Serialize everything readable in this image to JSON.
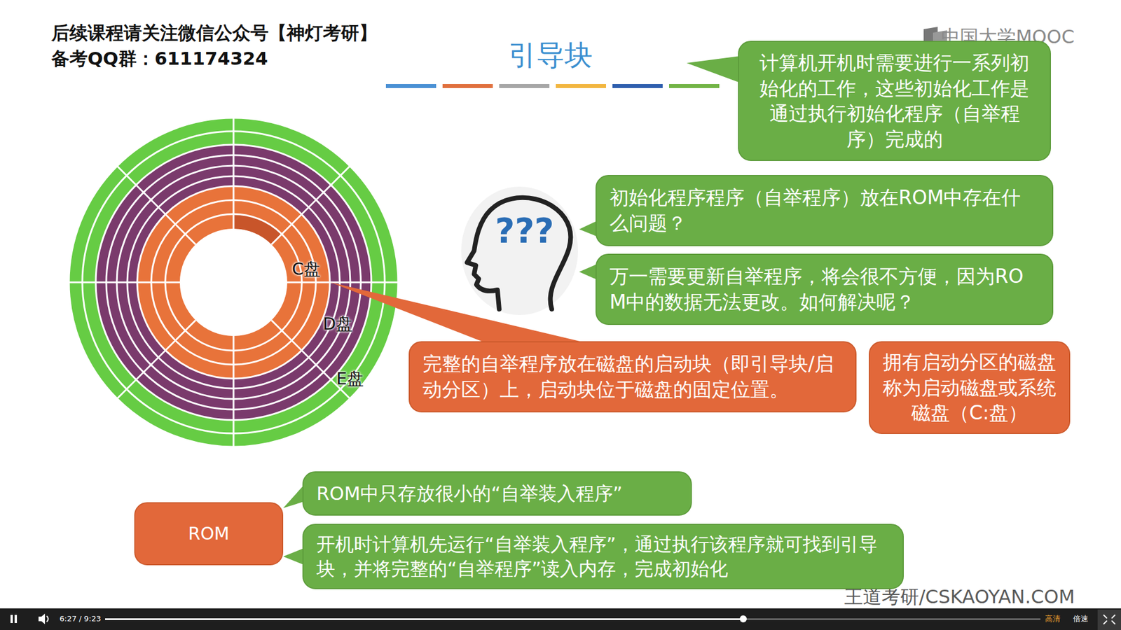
{
  "diagram": {
    "title": "引导块",
    "nodes": [
      {
        "text": [
          "计算机开机时需要进行一系列初始化的工作，这些初始化工作是通过执行初始化程序（自举程序）完成的"
        ]
      },
      {
        "text": [
          "初始化程序程序（自举程序）放在ROM中存在什么问题？"
        ]
      },
      {
        "text": [
          "万一需要更新自举程序，将会很不方便，因为ROM中的数据无法更改。如何解决呢？"
        ]
      },
      {
        "text": [
          "完整的自举程序放在磁盘的启动块（即引导块/启动分区）上，启动块位于磁盘的固定位置。"
        ]
      },
      {
        "text": [
          "拥有启动分区的磁盘称为启动磁盘或系统磁盘（C:盘）"
        ]
      },
      {
        "text": [
          "ROM"
        ]
      },
      {
        "text": [
          "ROM中只存放很小的“自举装入程序”"
        ]
      },
      {
        "text": [
          "开机时计算机先运行“自举装入程序”，通过执行该程序就可找到引导块，并将完整的“自举程序”读入内存，完成初始化"
        ]
      }
    ],
    "edges": [
      {
        "from": 5,
        "to": 6,
        "arrow": "none"
      },
      {
        "from": 5,
        "to": 7,
        "arrow": "none"
      }
    ],
    "labels": [
      "后续课程请关注微信公众号【神灯考研】",
      "备考QQ群：611174324",
      "中国大学MOOC",
      "???",
      "C盘",
      "D盘",
      "E盘",
      "王道考研/CSKAOYAN.COM",
      "6:27 / 9:23",
      "高清",
      "倍速"
    ]
  }
}
